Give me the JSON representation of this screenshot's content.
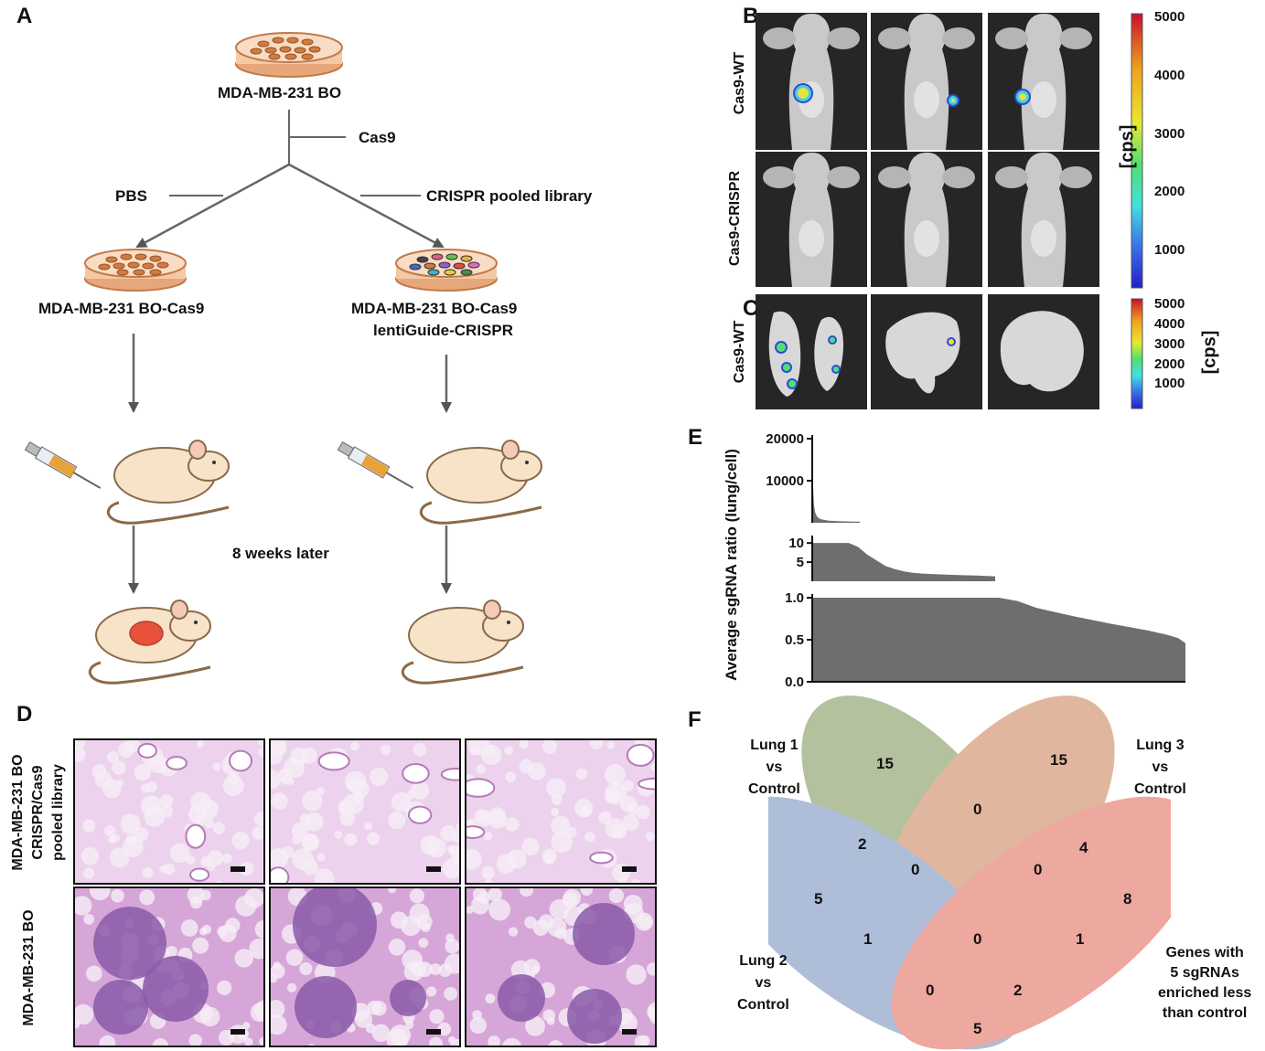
{
  "panels": {
    "a": "A",
    "b": "B",
    "c": "C",
    "d": "D",
    "e": "E",
    "f": "F"
  },
  "panel_a": {
    "top_cell": "MDA-MB-231 BO",
    "step_cas9": "Cas9",
    "branch_left": "PBS",
    "branch_right": "CRISPR pooled library",
    "left_cell": "MDA-MB-231 BO-Cas9",
    "right_cell_line1": "MDA-MB-231 BO-Cas9",
    "right_cell_line2": "lentiGuide-CRISPR",
    "timepoint": "8 weeks later"
  },
  "panel_b": {
    "row_labels": [
      "Cas9-WT",
      "Cas9-CRISPR"
    ],
    "colorbar_ticks": [
      "5000",
      "4000",
      "3000",
      "2000",
      "1000"
    ],
    "unit": "[cps]"
  },
  "panel_c": {
    "row_label": "Cas9-WT",
    "colorbar_ticks": [
      "5000",
      "4000",
      "3000",
      "2000",
      "1000"
    ],
    "unit": "[cps]"
  },
  "panel_d": {
    "row1_label_lines": [
      "MDA-MB-231 BO",
      "CRISPR/Cas9",
      "pooled library"
    ],
    "row2_label": "MDA-MB-231 BO"
  },
  "chart_data": {
    "type": "area",
    "ylabel": "Average sgRNA ratio (lung/cell)",
    "color": "#6e6e6e",
    "segments": [
      {
        "ylim": [
          0,
          20000
        ],
        "ticks": [
          "20000",
          "10000"
        ],
        "x": [
          0,
          0.01,
          0.02,
          0.035,
          0.06,
          0.1,
          0.15,
          0.2,
          0.35,
          0.5,
          0.6,
          0.7,
          0.8,
          0.9,
          1.0
        ],
        "y": [
          20000,
          12000,
          8000,
          4500,
          2500,
          1500,
          1000,
          800,
          500,
          400,
          350,
          320,
          300,
          280,
          260
        ]
      },
      {
        "ylim": [
          0,
          11
        ],
        "ticks": [
          "10",
          "5"
        ],
        "x": [
          0,
          0.2,
          0.25,
          0.3,
          0.35,
          0.4,
          0.45,
          0.5,
          0.55,
          0.6,
          0.7,
          0.8,
          0.9,
          1.0
        ],
        "y": [
          10,
          10,
          9,
          7,
          5.5,
          4,
          3.2,
          2.6,
          2.2,
          2.0,
          1.8,
          1.6,
          1.5,
          1.3
        ]
      },
      {
        "ylim": [
          0,
          1.0
        ],
        "ticks": [
          "1.0",
          "0.5",
          "0.0"
        ],
        "x": [
          0,
          0.5,
          0.55,
          0.6,
          0.7,
          0.8,
          0.9,
          0.95,
          0.98,
          1.0
        ],
        "y": [
          1.0,
          1.0,
          0.96,
          0.88,
          0.78,
          0.69,
          0.61,
          0.56,
          0.52,
          0.46
        ]
      }
    ]
  },
  "venn": {
    "set_labels": {
      "lung1": [
        "Lung 1",
        "vs",
        "Control"
      ],
      "lung3": [
        "Lung 3",
        "vs",
        "Control"
      ],
      "lung2": [
        "Lung 2",
        "vs",
        "Control"
      ],
      "genes": [
        "Genes with",
        "5 sgRNAs",
        "enriched less",
        "than control"
      ]
    },
    "colors": {
      "green": "#9aad7e",
      "orange": "#d6a07e",
      "blue": "#93a8cc",
      "red": "#e88b80"
    },
    "counts": {
      "only1": "15",
      "only3": "15",
      "only2": "5",
      "only4": "8",
      "i13": "0",
      "i12": "2",
      "i34": "4",
      "i123": "0",
      "i134": "0",
      "all": "0",
      "i23": "1",
      "i14": "1",
      "i234": "0",
      "i124": "2",
      "i24": "5"
    }
  }
}
